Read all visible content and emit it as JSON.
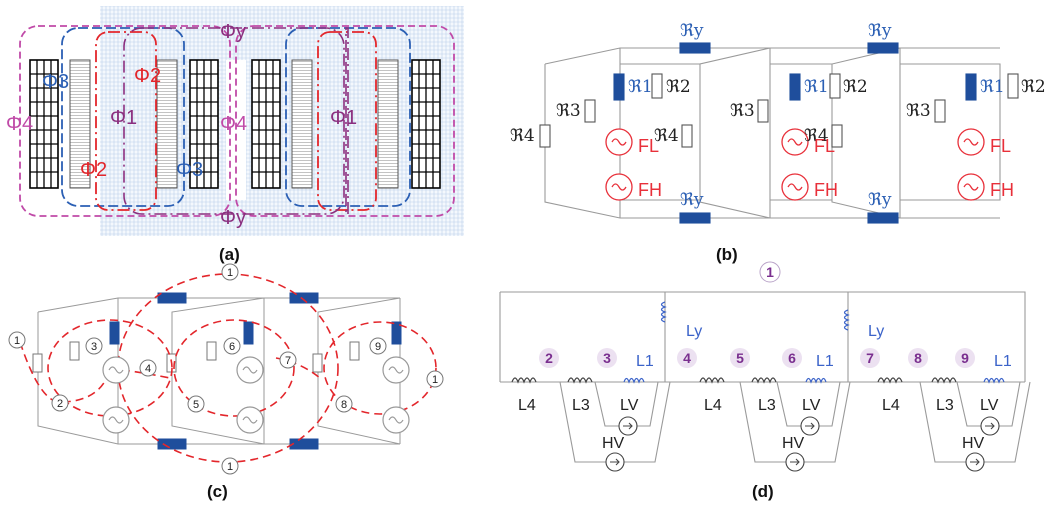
{
  "panels": {
    "a": {
      "caption": "(a)",
      "flux_labels": {
        "phi_y_top": "Φy",
        "phi_y_bottom": "Φy",
        "phi_4_left": "Φ4",
        "phi_4_mid": "Φ4",
        "phi_3_left": "Φ3",
        "phi_3_mid": "Φ3",
        "phi_2_top": "Φ2",
        "phi_2_bottom": "Φ2",
        "phi_1_left": "Φ1",
        "phi_1_right": "Φ1"
      }
    },
    "b": {
      "caption": "(b)",
      "reluctances": {
        "ry": "ℜy",
        "r4": "ℜ4",
        "r3": "ℜ3",
        "r1": "ℜ1",
        "r2": "ℜ2"
      },
      "sources": {
        "fl": "FL",
        "fh": "FH"
      }
    },
    "c": {
      "caption": "(c)",
      "node_labels": [
        "1",
        "2",
        "3",
        "4",
        "5",
        "6",
        "7",
        "8",
        "9"
      ]
    },
    "d": {
      "caption": "(d)",
      "nodes": [
        "1",
        "2",
        "3",
        "4",
        "5",
        "6",
        "7",
        "8",
        "9"
      ],
      "inductors": {
        "ly": "Ly",
        "l4": "L4",
        "l3": "L3",
        "l1": "L1"
      },
      "windings": {
        "lv": "LV",
        "hv": "HV"
      }
    }
  },
  "colors": {
    "flux_purple": "#8b2f7f",
    "flux_blue": "#2b5fb4",
    "flux_red": "#e3262b",
    "flux_pink": "#c04aa8",
    "wire_gray": "#9a9a9a",
    "yoke_blue": "#1f4e9c",
    "source_red": "#e8303a",
    "node_purple": "#7a2f8f",
    "inductor_blue": "#3b63c9"
  }
}
